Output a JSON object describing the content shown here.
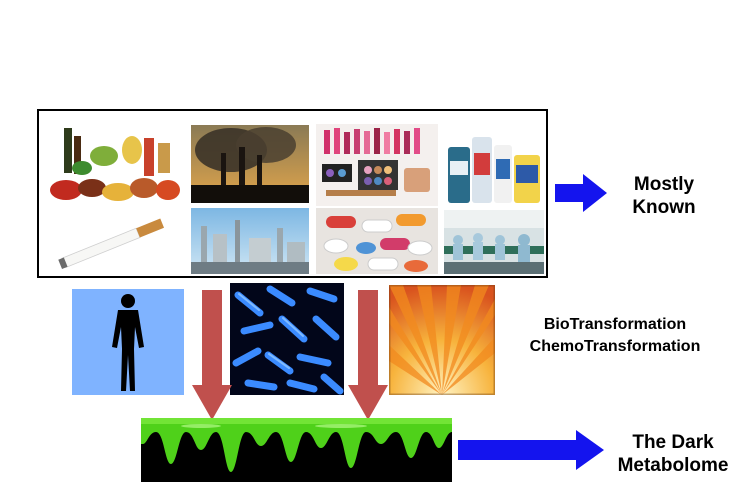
{
  "labels": {
    "known_line1": "Mostly",
    "known_line2": "Known",
    "transform_line1": "BioTransformation",
    "transform_line2": "ChemoTransformation",
    "dark_line1": "The Dark",
    "dark_line2": "Metabolome"
  },
  "colors": {
    "arrow_blue": "#1414ee",
    "arrow_red": "#c0504d",
    "slime_green": "#4fd11a",
    "human_bg": "#7fb3ff",
    "bacteria_bg": "#02061a",
    "sunburst_orange": "#f28a1e"
  },
  "images": [
    "food-groceries-image",
    "factory-smokestack-image",
    "cosmetics-image",
    "cleaning-products-image",
    "cigarette-image",
    "refinery-image",
    "pills-image",
    "factory-workers-image",
    "human-silhouette-image",
    "bacteria-image",
    "sunburst-image",
    "green-slime-image"
  ]
}
